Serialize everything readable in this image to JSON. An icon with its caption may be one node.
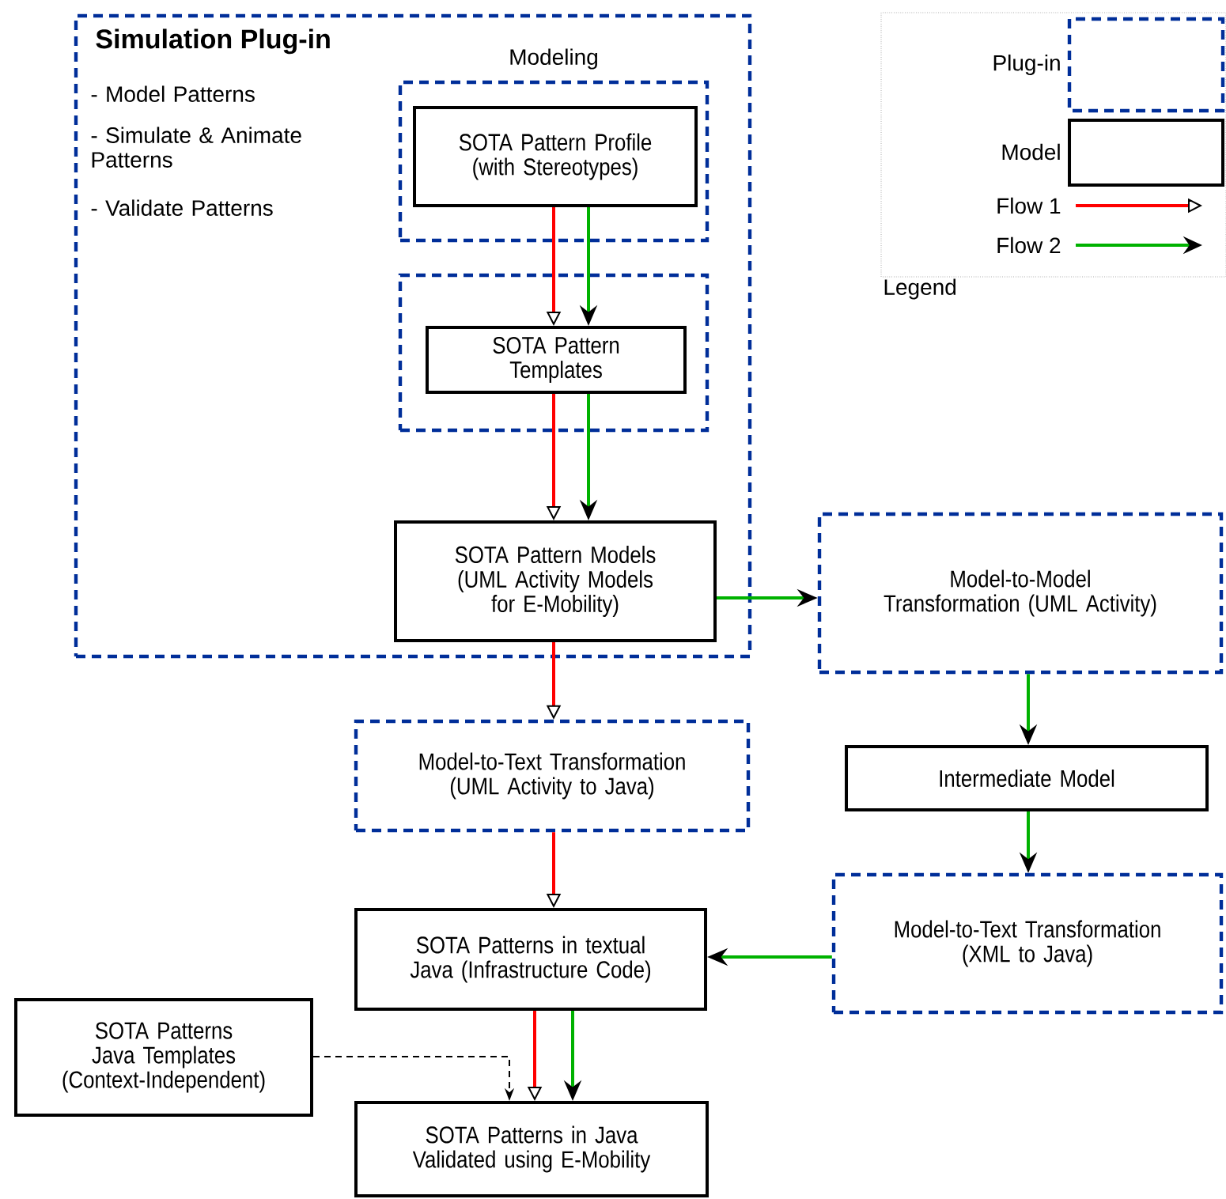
{
  "diagram": {
    "nodes": [
      {
        "text": [
          "Simulation Plug-in",
          "- Model Patterns",
          "- Simulate & Animate Patterns",
          "- Validate Patterns"
        ]
      },
      {
        "text": [
          "Modeling"
        ],
        "in": 0
      },
      {
        "text": [
          "SOTA Pattern Profile (with Stereotypes)"
        ],
        "in": 1
      },
      {
        "text": [],
        "shape": "box",
        "in": 0
      },
      {
        "text": [
          "SOTA Pattern Templates"
        ],
        "in": 3
      },
      {
        "text": [
          "SOTA Pattern Models (UML Activity Models for E-Mobility)"
        ],
        "in": 0
      },
      {
        "text": [
          "Model-to-Model Transformation (UML Activity)"
        ]
      },
      {
        "text": [
          "Model-to-Text Transformation (UML Activity to Java)"
        ]
      },
      {
        "text": [
          "Intermediate Model"
        ]
      },
      {
        "text": [
          "Model-to-Text Transformation (XML to Java)"
        ]
      },
      {
        "text": [
          "SOTA Patterns in textual Java (Infrastructure Code)"
        ]
      },
      {
        "text": [
          "SOTA Patterns Java Templates (Context-Independent)"
        ]
      },
      {
        "text": [
          "SOTA Patterns in Java Validated using E-Mobility"
        ]
      }
    ],
    "edges": [
      {
        "from": 2,
        "to": 4,
        "arrow": "to",
        "color": "#ff0000"
      },
      {
        "from": 2,
        "to": 4,
        "arrow": "to"
      },
      {
        "from": 4,
        "to": 5,
        "arrow": "to",
        "color": "#ff0000"
      },
      {
        "from": 4,
        "to": 5,
        "arrow": "to"
      },
      {
        "from": 5,
        "to": 6,
        "arrow": "to"
      },
      {
        "from": 5,
        "to": 7,
        "arrow": "to",
        "color": "#ff0000"
      },
      {
        "from": 6,
        "to": 8,
        "arrow": "to"
      },
      {
        "from": 8,
        "to": 9,
        "arrow": "to"
      },
      {
        "from": 9,
        "to": 10,
        "arrow": "to"
      },
      {
        "from": 7,
        "to": 10,
        "arrow": "to",
        "color": "#ff0000"
      },
      {
        "from": 10,
        "to": 12,
        "arrow": "to",
        "color": "#ff0000"
      },
      {
        "from": 10,
        "to": 12,
        "arrow": "to"
      },
      {
        "from": 11,
        "to": 12,
        "arrow": "to",
        "style": "dashed",
        "color": "#000000"
      }
    ],
    "labels": [
      "Legend"
    ],
    "legend": [
      {
        "text": "Plug-in"
      },
      {
        "text": "Model"
      },
      {
        "text": "Flow 1"
      },
      {
        "text": "Flow 2"
      }
    ]
  }
}
